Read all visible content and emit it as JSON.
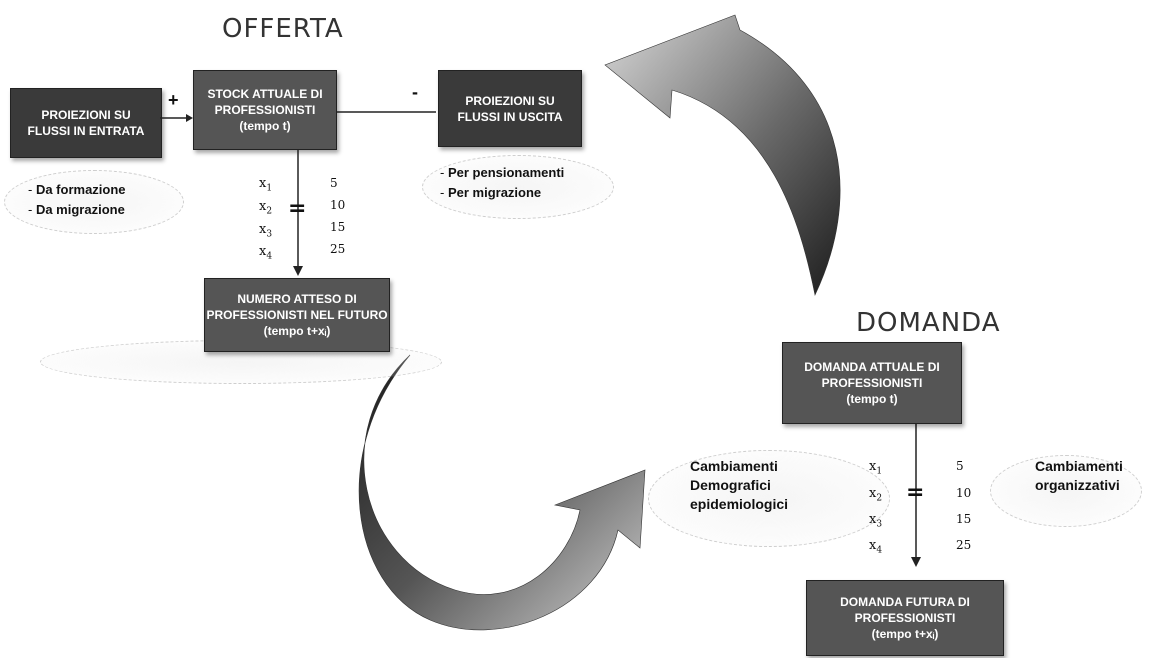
{
  "supply": {
    "title": "OFFERTA",
    "inflow_box": [
      "PROIEZIONI SU",
      "FLUSSI IN ENTRATA"
    ],
    "stock_box": [
      "STOCK ATTUALE DI",
      "PROFESSIONISTI",
      "(tempo t)"
    ],
    "outflow_box": [
      "PROIEZIONI SU",
      "FLUSSI IN USCITA"
    ],
    "plus_sign": "+",
    "minus_sign": "-",
    "inflow_items": [
      "Da formazione",
      "Da migrazione"
    ],
    "outflow_items": [
      "Per pensionamenti",
      "Per migrazione"
    ],
    "x_labels": [
      "x",
      "x",
      "x",
      "x"
    ],
    "x_subs": [
      "1",
      "2",
      "3",
      "4"
    ],
    "x_values": [
      "5",
      "10",
      "15",
      "25"
    ],
    "equals": "=",
    "result_box": [
      "NUMERO ATTESO DI",
      "PROFESSIONISTI NEL FUTURO",
      "(tempo t+xᵢ)"
    ]
  },
  "demand": {
    "title": "DOMANDA",
    "current_box": [
      "DOMANDA ATTUALE DI",
      "PROFESSIONISTI",
      "(tempo t)"
    ],
    "left_factors": [
      "Cambiamenti",
      "Demografici",
      "epidemiologici"
    ],
    "right_factors": [
      "Cambiamenti",
      "organizzativi"
    ],
    "x_labels": [
      "x",
      "x",
      "x",
      "x"
    ],
    "x_subs": [
      "1",
      "2",
      "3",
      "4"
    ],
    "x_values": [
      "5",
      "10",
      "15",
      "25"
    ],
    "equals": "=",
    "future_box": [
      "DOMANDA FUTURA DI",
      "PROFESSIONISTI",
      "(tempo t+xᵢ)"
    ]
  }
}
